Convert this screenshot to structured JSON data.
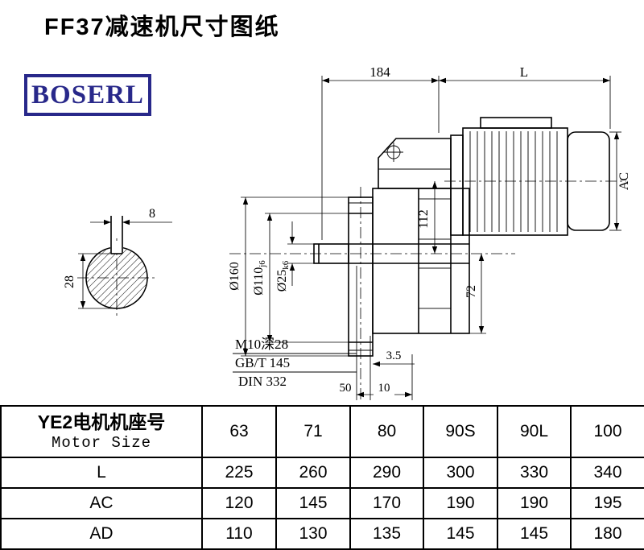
{
  "page": {
    "title": "FF37减速机尺寸图纸"
  },
  "logo": {
    "text": "BOSERL",
    "color": "#28288a"
  },
  "drawing": {
    "dims": {
      "top_width": "184",
      "top_length": "L",
      "motor_diameter": "AC",
      "axis_offset": "112",
      "foot_height": "72",
      "flange_od": "Ø160",
      "spigot": {
        "label": "Ø110",
        "suffix": "j6"
      },
      "shaft": {
        "label": "Ø25",
        "suffix": "k6"
      },
      "keyway_width": "8",
      "keyway_height": "28",
      "thread_note": "M10深28",
      "standard1": "GB/T 145",
      "standard2": "DIN 332",
      "dim_3_5": "3.5",
      "dim_50": "50",
      "dim_10": "10"
    }
  },
  "table": {
    "header": {
      "title_cn": "YE2电机机座号",
      "title_en": "Motor Size",
      "columns": [
        "63",
        "71",
        "80",
        "90S",
        "90L",
        "100"
      ]
    },
    "rows": [
      {
        "label": "L",
        "values": [
          "225",
          "260",
          "290",
          "300",
          "330",
          "340"
        ]
      },
      {
        "label": "AC",
        "values": [
          "120",
          "145",
          "170",
          "190",
          "190",
          "195"
        ]
      },
      {
        "label": "AD",
        "values": [
          "110",
          "130",
          "135",
          "145",
          "145",
          "180"
        ]
      }
    ]
  }
}
